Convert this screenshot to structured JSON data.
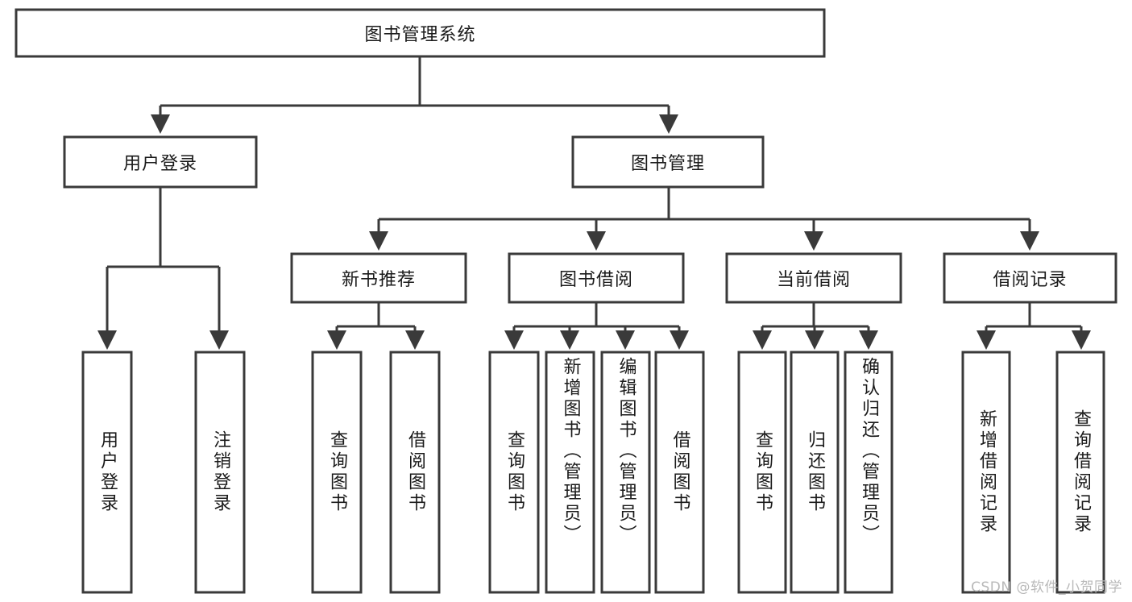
{
  "diagram": {
    "type": "tree-hierarchy",
    "title": "图书管理系统",
    "watermark": "CSDN @软件_小贺同学",
    "colors": {
      "box_stroke": "#3a3a3a",
      "box_fill": "#ffffff",
      "text": "#1a1a1a",
      "background": "#ffffff",
      "watermark": "#b9b9b9"
    },
    "nodes": {
      "root": {
        "label": "图书管理系统",
        "orientation": "horizontal"
      },
      "level2": [
        {
          "id": "user-login",
          "label": "用户登录",
          "orientation": "horizontal"
        },
        {
          "id": "book-manage",
          "label": "图书管理",
          "orientation": "horizontal"
        }
      ],
      "level3": [
        {
          "id": "new-book-recommend",
          "label": "新书推荐",
          "orientation": "horizontal"
        },
        {
          "id": "book-borrow",
          "label": "图书借阅",
          "orientation": "horizontal"
        },
        {
          "id": "current-borrow",
          "label": "当前借阅",
          "orientation": "horizontal"
        },
        {
          "id": "borrow-record",
          "label": "借阅记录",
          "orientation": "horizontal"
        }
      ],
      "leaves": [
        {
          "id": "leaf-user-login",
          "parent": "user-login",
          "label": "用户登录",
          "orientation": "vertical"
        },
        {
          "id": "leaf-logout-login",
          "parent": "user-login",
          "label": "注销登录",
          "orientation": "vertical"
        },
        {
          "id": "leaf-query-book-1",
          "parent": "new-book-recommend",
          "label": "查询图书",
          "orientation": "vertical"
        },
        {
          "id": "leaf-borrow-book-1",
          "parent": "new-book-recommend",
          "label": "借阅图书",
          "orientation": "vertical"
        },
        {
          "id": "leaf-query-book-2",
          "parent": "book-borrow",
          "label": "查询图书",
          "orientation": "vertical"
        },
        {
          "id": "leaf-add-book",
          "parent": "book-borrow",
          "label": "新增图书（管理员）",
          "orientation": "vertical"
        },
        {
          "id": "leaf-edit-book",
          "parent": "book-borrow",
          "label": "编辑图书（管理员）",
          "orientation": "vertical"
        },
        {
          "id": "leaf-borrow-book-2",
          "parent": "book-borrow",
          "label": "借阅图书",
          "orientation": "vertical"
        },
        {
          "id": "leaf-query-book-3",
          "parent": "current-borrow",
          "label": "查询图书",
          "orientation": "vertical"
        },
        {
          "id": "leaf-return-book",
          "parent": "current-borrow",
          "label": "归还图书",
          "orientation": "vertical"
        },
        {
          "id": "leaf-confirm-return",
          "parent": "current-borrow",
          "label": "确认归还（管理员）",
          "orientation": "vertical"
        },
        {
          "id": "leaf-add-record",
          "parent": "borrow-record",
          "label": "新增借阅记录",
          "orientation": "vertical"
        },
        {
          "id": "leaf-query-record",
          "parent": "borrow-record",
          "label": "查询借阅记录",
          "orientation": "vertical"
        }
      ]
    }
  }
}
